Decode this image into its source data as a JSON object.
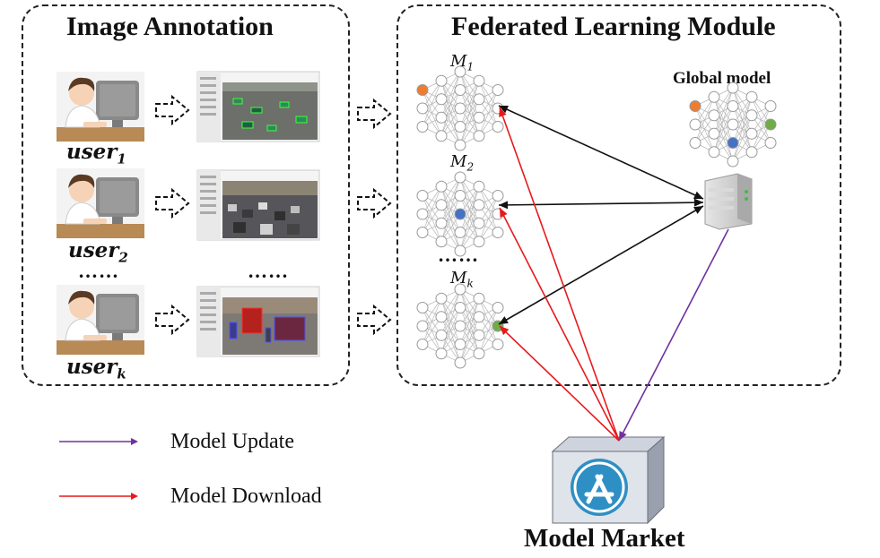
{
  "panels": {
    "annotation_title": "Image Annotation",
    "federated_title": "Federated Learning Module"
  },
  "users": [
    {
      "base": "user",
      "sub": "1"
    },
    {
      "base": "user",
      "sub": "2"
    },
    {
      "base": "user",
      "sub": "k"
    }
  ],
  "user_ellipsis": "……",
  "image_ellipsis": "……",
  "models": [
    {
      "base": "M",
      "sub": "1"
    },
    {
      "base": "M",
      "sub": "2"
    },
    {
      "base": "M",
      "sub": "k"
    }
  ],
  "model_ellipsis": "……",
  "global_model_label": "Global model",
  "legend": {
    "update_label": "Model Update",
    "download_label": "Model Download"
  },
  "market_title": "Model Market",
  "colors": {
    "update": "#7030a0",
    "download": "#e8191b",
    "sync": "#111111",
    "node_orange": "#ed7d31",
    "node_blue": "#4472c4",
    "node_green": "#70ad47"
  },
  "icons": {
    "user": "person-at-computer-icon",
    "annotation_tool": "annotation-tool-screenshot",
    "dashed_arrow": "dashed-arrow-icon",
    "server": "server-icon",
    "market": "app-store-icon"
  }
}
